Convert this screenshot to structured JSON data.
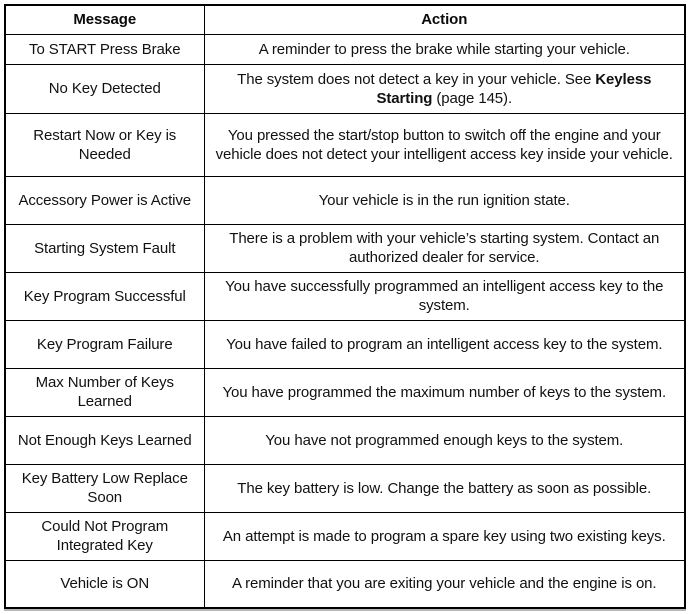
{
  "colors": {
    "background": "#ffffff",
    "border": "#000000",
    "text": "#111111"
  },
  "table": {
    "headers": {
      "message": "Message",
      "action": "Action"
    },
    "rows": [
      {
        "message": "To START Press Brake",
        "action": [
          {
            "text": "A reminder to press the brake while starting your vehicle.",
            "bold": false
          }
        ]
      },
      {
        "message": "No Key Detected",
        "action": [
          {
            "text": "The system does not detect a key in your vehicle. See ",
            "bold": false
          },
          {
            "text": "Keyless Starting",
            "bold": true
          },
          {
            "text": " (page 145).",
            "bold": false
          }
        ]
      },
      {
        "message": "Restart Now or Key is Needed",
        "action": [
          {
            "text": "You pressed the start/stop button to switch off the engine and your vehicle does not detect your intelligent access key inside your vehicle.",
            "bold": false
          }
        ]
      },
      {
        "message": "Accessory Power is Active",
        "action": [
          {
            "text": "Your vehicle is in the run ignition state.",
            "bold": false
          }
        ]
      },
      {
        "message": "Starting System Fault",
        "action": [
          {
            "text": "There is a problem with your vehicle’s starting system. Contact an authorized dealer for service.",
            "bold": false
          }
        ]
      },
      {
        "message": "Key Program Successful",
        "action": [
          {
            "text": "You have successfully programmed an intelligent access key to the system.",
            "bold": false
          }
        ]
      },
      {
        "message": "Key Program Failure",
        "action": [
          {
            "text": "You have failed to program an intelligent access key to the system.",
            "bold": false
          }
        ]
      },
      {
        "message": "Max Number of Keys Learned",
        "action": [
          {
            "text": "You have programmed the maximum number of keys to the system.",
            "bold": false
          }
        ]
      },
      {
        "message": "Not Enough Keys Learned",
        "action": [
          {
            "text": "You have not programmed enough keys to the system.",
            "bold": false
          }
        ]
      },
      {
        "message": "Key Battery Low Replace Soon",
        "action": [
          {
            "text": "The key battery is low. Change the battery as soon as possible.",
            "bold": false
          }
        ]
      },
      {
        "message": "Could Not Program Integrated Key",
        "action": [
          {
            "text": "An attempt is made to program a spare key using two existing keys.",
            "bold": false
          }
        ]
      },
      {
        "message": "Vehicle is ON",
        "action": [
          {
            "text": "A reminder that you are exiting your vehicle and the engine is on.",
            "bold": false
          }
        ]
      }
    ]
  }
}
